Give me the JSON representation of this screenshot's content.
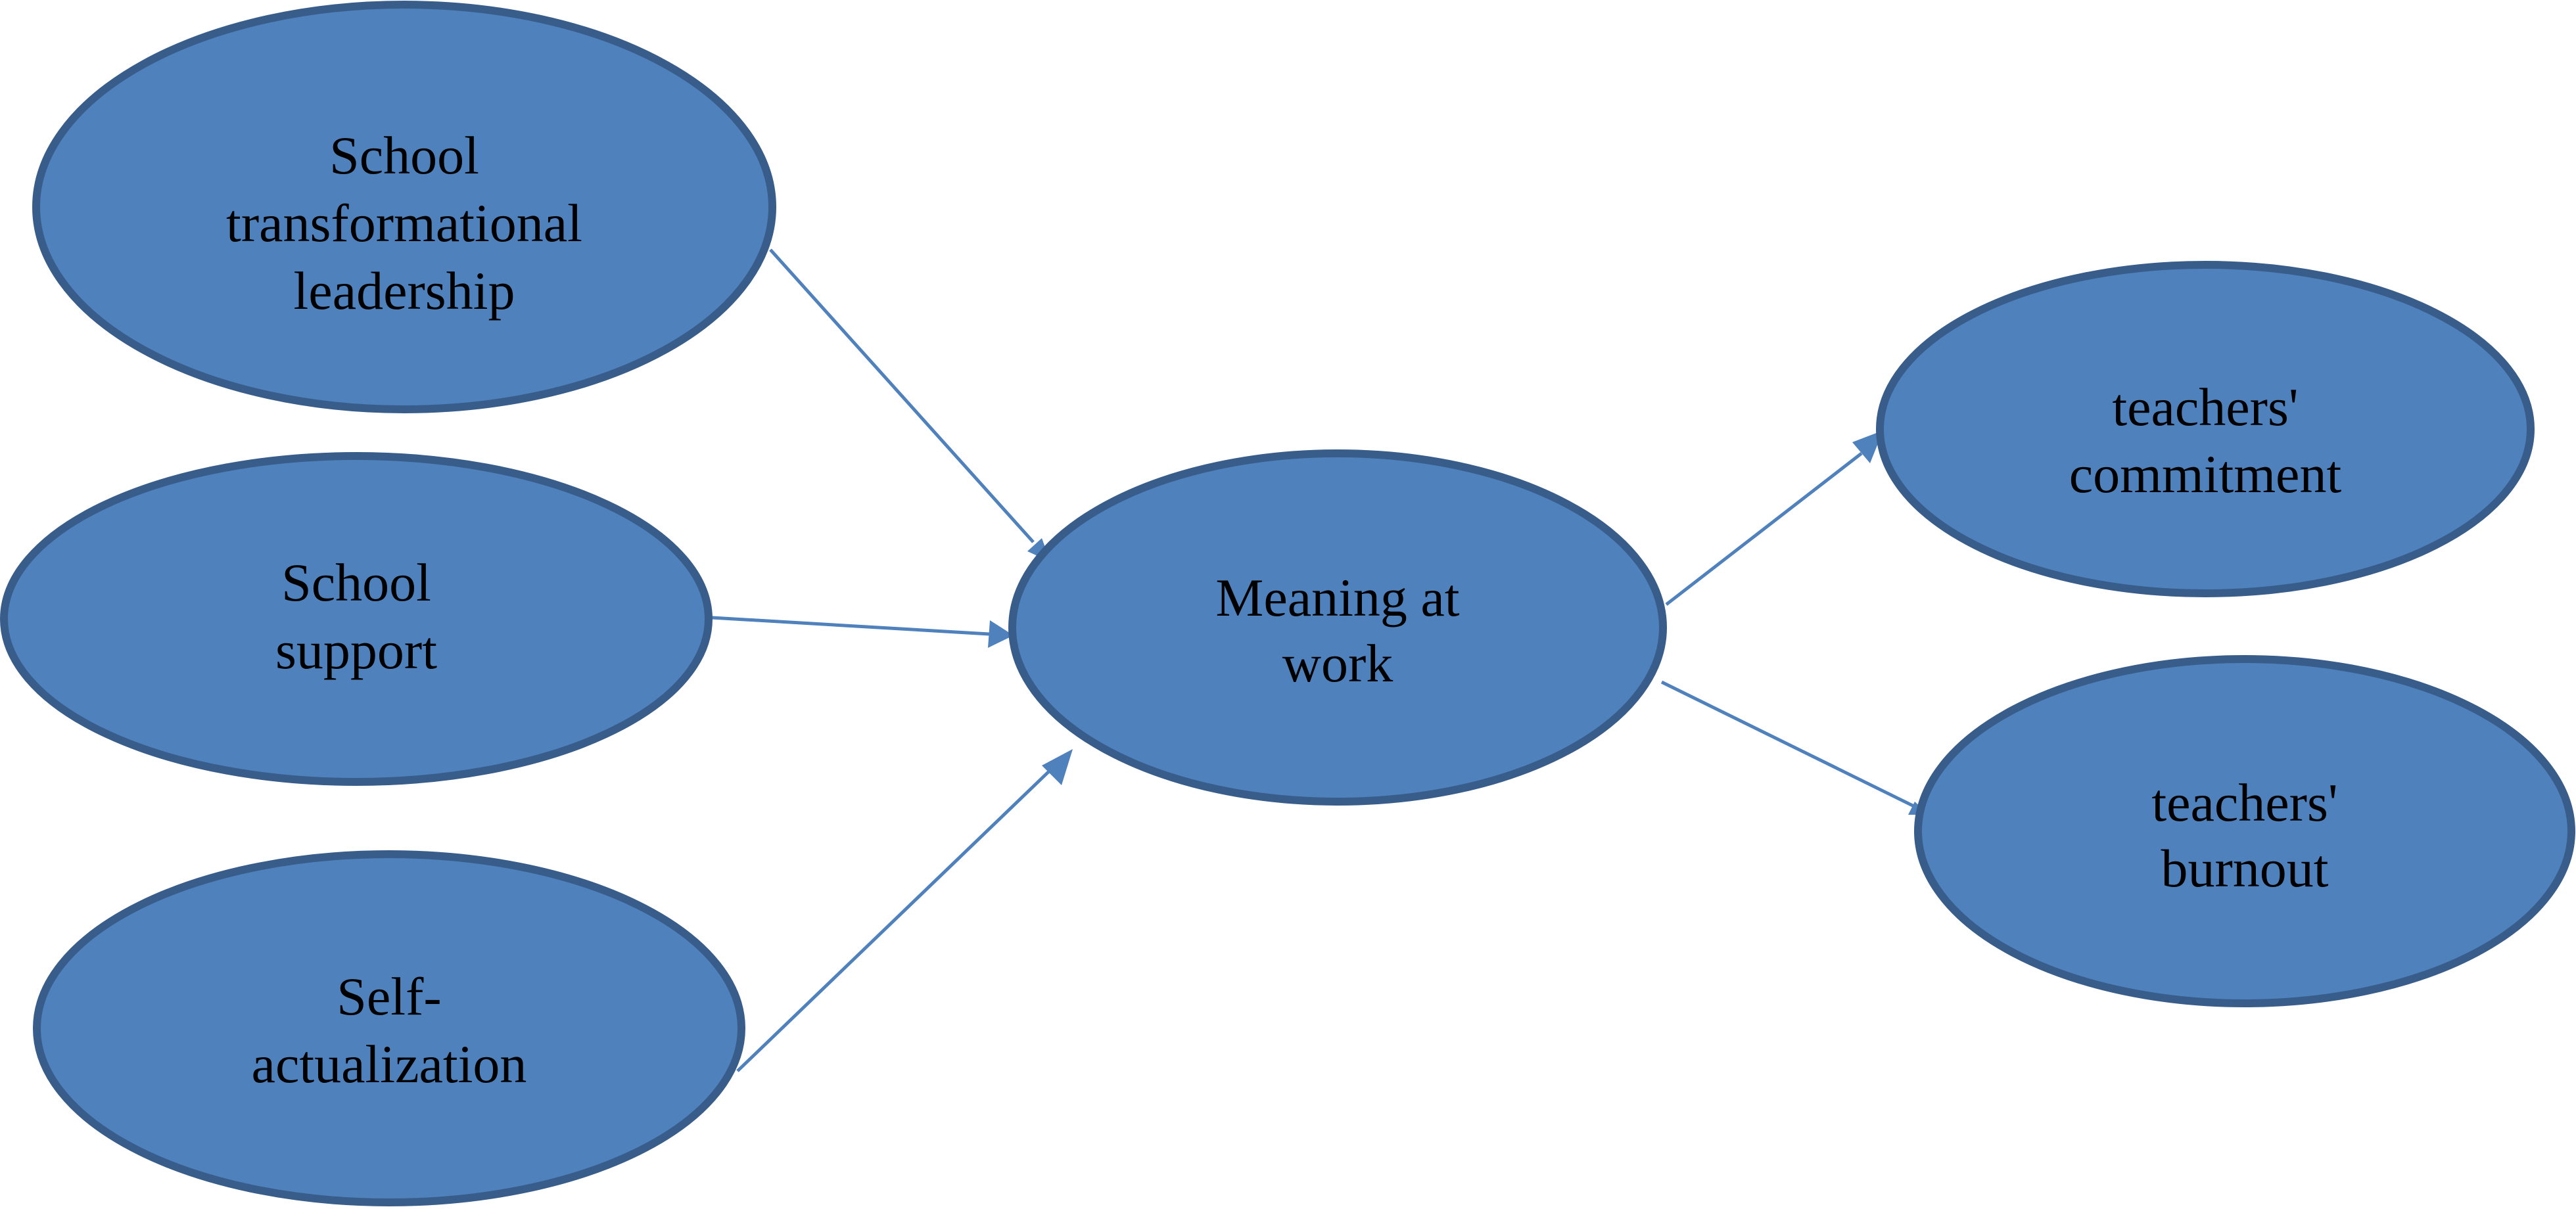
{
  "diagram": {
    "nodes": {
      "school_transformational_leadership": {
        "lines": [
          "School",
          "transformational",
          "leadership"
        ]
      },
      "school_support": {
        "lines": [
          "School",
          "support"
        ]
      },
      "self_actualization": {
        "lines": [
          "Self-",
          "actualization"
        ]
      },
      "meaning_at_work": {
        "lines": [
          "Meaning at",
          "work"
        ]
      },
      "teachers_commitment": {
        "lines": [
          "teachers'",
          "commitment"
        ]
      },
      "teachers_burnout": {
        "lines": [
          "teachers'",
          "burnout"
        ]
      }
    },
    "edges": [
      {
        "from": "school_transformational_leadership",
        "to": "meaning_at_work"
      },
      {
        "from": "school_support",
        "to": "meaning_at_work"
      },
      {
        "from": "self_actualization",
        "to": "meaning_at_work"
      },
      {
        "from": "meaning_at_work",
        "to": "teachers_commitment"
      },
      {
        "from": "meaning_at_work",
        "to": "teachers_burnout"
      }
    ],
    "colors": {
      "node_fill": "#4f81bd",
      "node_border": "#385d8a",
      "arrow": "#4f81bd",
      "text": "#000000"
    }
  }
}
